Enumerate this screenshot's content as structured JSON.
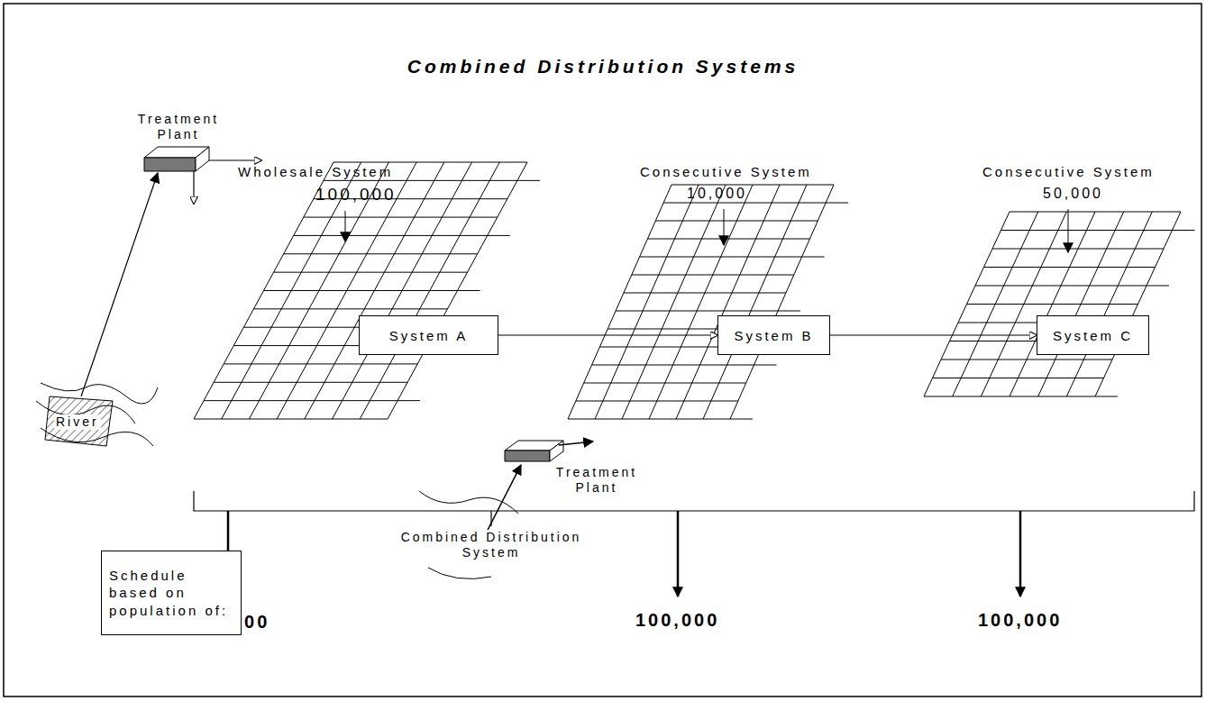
{
  "diagram": {
    "title": "Combined Distribution Systems",
    "nodes": [
      {
        "text": [
          "System A"
        ]
      },
      {
        "text": [
          "System B"
        ]
      },
      {
        "text": [
          "System C"
        ]
      },
      {
        "text": [
          "Schedule based on population of:"
        ]
      }
    ],
    "edges": [
      {
        "from": 0,
        "to": 1,
        "arrow": "to"
      },
      {
        "from": 1,
        "to": 2,
        "arrow": "to"
      }
    ],
    "labels": [
      "Wholesale System",
      "100,000",
      "Consecutive System",
      "10,000",
      "Consecutive System",
      "50,000",
      "Treatment Plant",
      "River",
      "Treatment Plant",
      "River",
      "Combined Distribution System",
      "100,000",
      "100,000",
      "100,000"
    ]
  }
}
